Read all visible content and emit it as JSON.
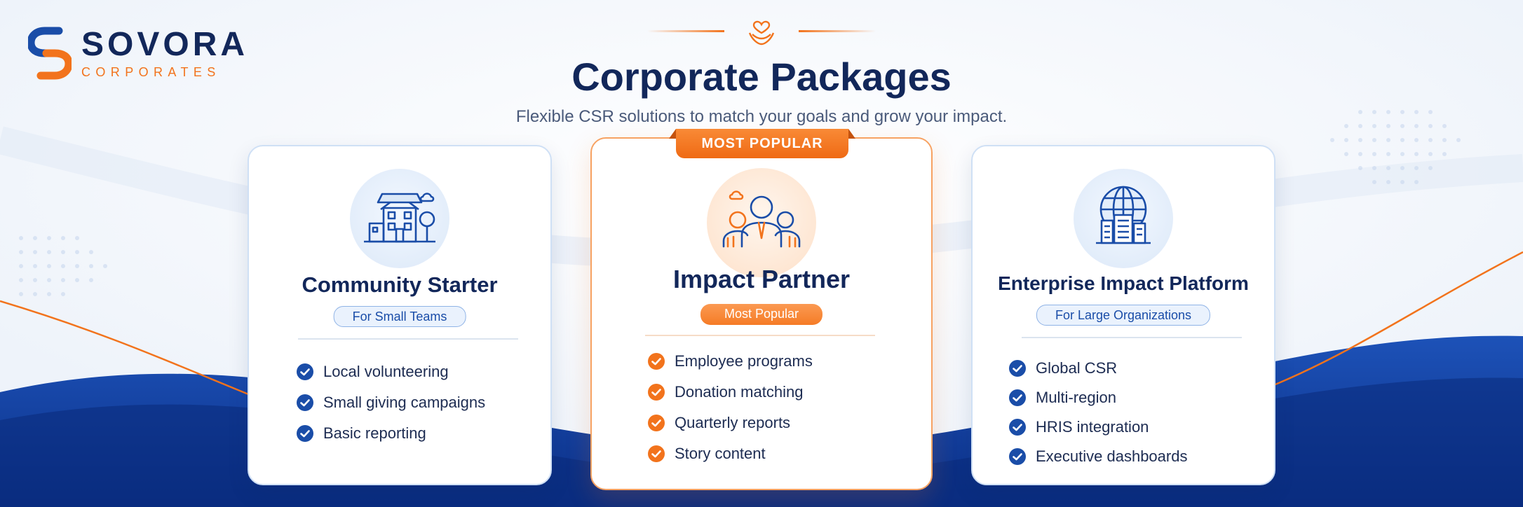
{
  "brand": {
    "name": "SOVORA",
    "tagline": "CORPORATES",
    "colors": {
      "navy": "#12275a",
      "blue": "#1a4da8",
      "orange": "#f2731c"
    }
  },
  "header": {
    "title": "Corporate Packages",
    "subtitle": "Flexible CSR solutions to match your goals and grow your impact.",
    "ornament_icon": "hands-heart-icon"
  },
  "packages": [
    {
      "name": "Community Starter",
      "badge": "For Small Teams",
      "icon": "community-building-icon",
      "accent": "#1a4da8",
      "features": [
        "Local volunteering",
        "Small giving campaigns",
        "Basic reporting"
      ]
    },
    {
      "name": "Impact Partner",
      "ribbon": "MOST POPULAR",
      "badge": "Most Popular",
      "icon": "team-people-icon",
      "accent": "#f2731c",
      "features": [
        "Employee programs",
        "Donation matching",
        "Quarterly reports",
        "Story content"
      ]
    },
    {
      "name": "Enterprise Impact Platform",
      "badge": "For Large Organizations",
      "icon": "globe-skyline-icon",
      "accent": "#1a4da8",
      "features": [
        "Global CSR",
        "Multi-region",
        "HRIS integration",
        "Executive dashboards"
      ]
    }
  ]
}
